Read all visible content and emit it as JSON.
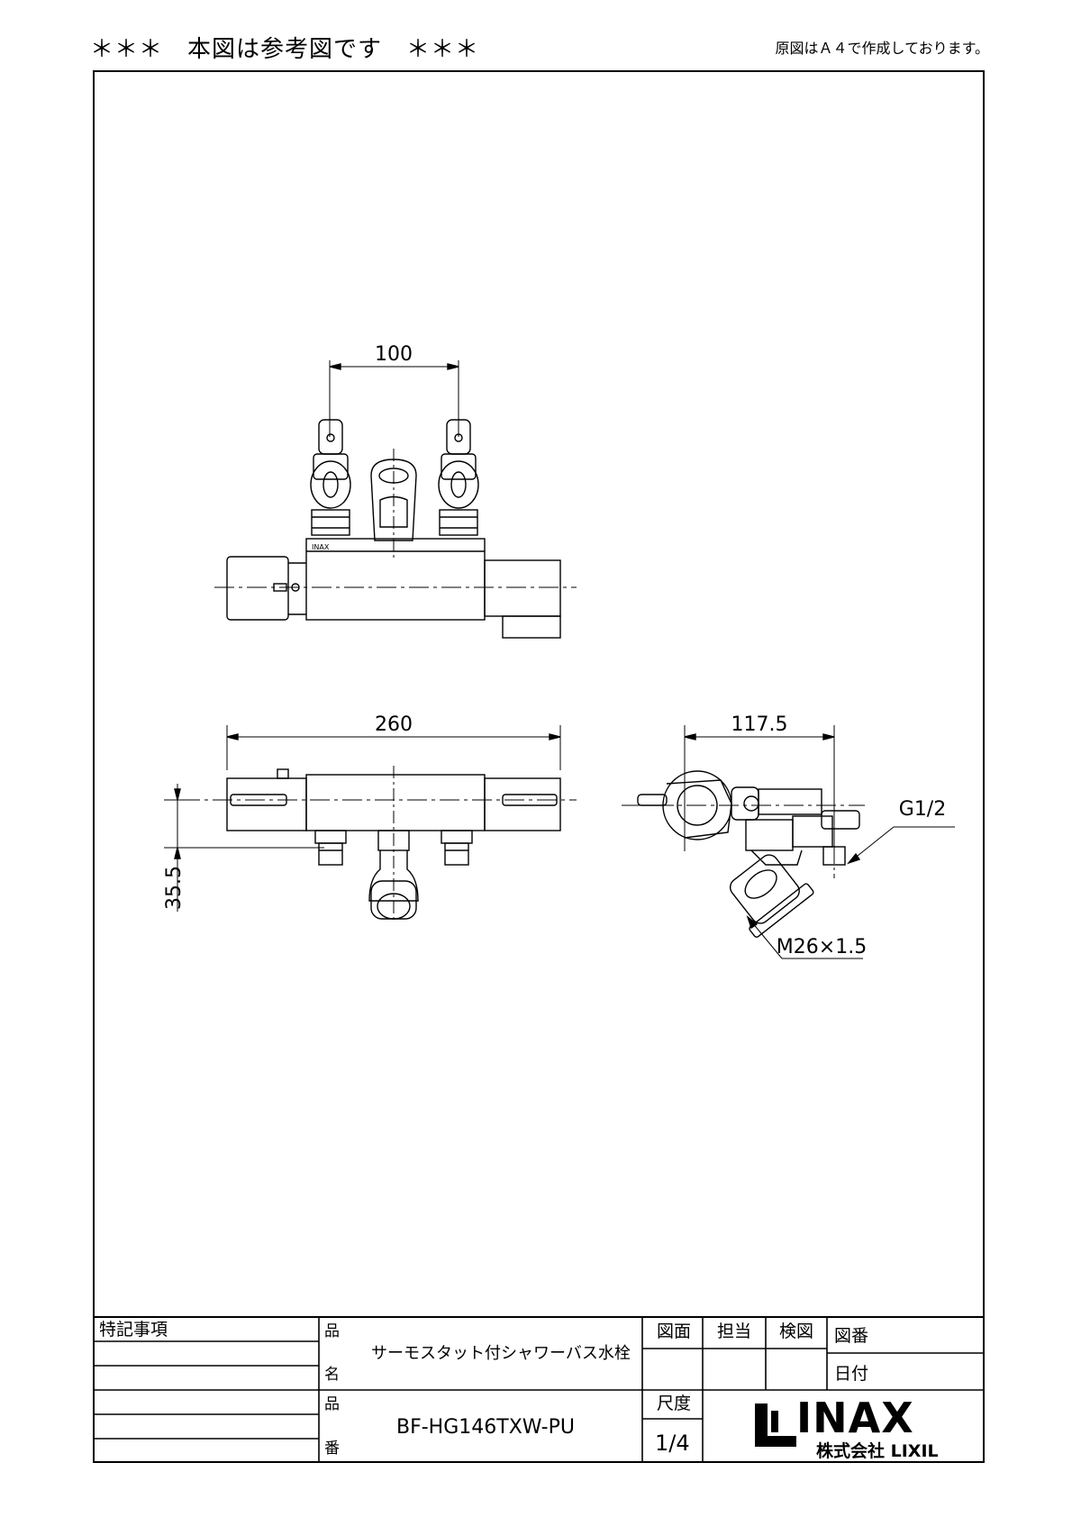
{
  "header": {
    "note_left": "＊＊＊　本図は参考図です　＊＊＊",
    "note_right": "原図はＡ４で作成しております。"
  },
  "dimensions": {
    "top_width": "100",
    "front_width": "260",
    "side_depth": "117.5",
    "height": "35.5",
    "inlet_thread": "G1/2",
    "outlet_thread": "M26×1.5"
  },
  "product_mark": "INAX",
  "title_block": {
    "special_notes_label": "特記事項",
    "name_label_1": "品",
    "name_label_2": "名",
    "product_name": "サーモスタット付シャワーバス水栓",
    "number_label_1": "品",
    "number_label_2": "番",
    "product_number": "BF-HG146TXW-PU",
    "drawing_face_label": "図面",
    "person_in_charge_label": "担当",
    "checked_label": "検図",
    "drawing_number_label": "図番",
    "date_label": "日付",
    "scale_label": "尺度",
    "scale_value": "1/4",
    "logo_text": "INAX",
    "company_text": "株式会社 LIXIL"
  }
}
